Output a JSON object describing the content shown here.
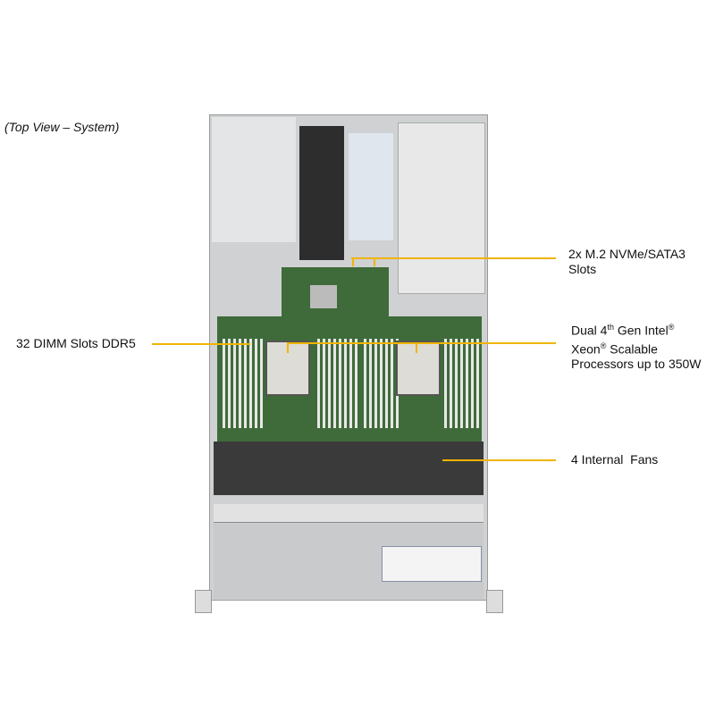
{
  "view_caption": "(Top View – System)",
  "callouts": {
    "m2": {
      "line1": "2x M.2 NVMe/SATA3",
      "line2": "Slots"
    },
    "cpu": {
      "line1_a": "Dual 4",
      "line1_sup": "th",
      "line1_b": " Gen Intel",
      "reg": "®",
      "line2_a": "Xeon",
      "line2_b": " Scalable",
      "line3": "Processors up to 350W"
    },
    "dimm": {
      "label": "32 DIMM Slots DDR5"
    },
    "fans": {
      "label": "4 Internal  Fans"
    }
  },
  "colors": {
    "callout_line": "#f0b400",
    "board": "#3f6b3a",
    "chassis": "#cfd1d3"
  }
}
